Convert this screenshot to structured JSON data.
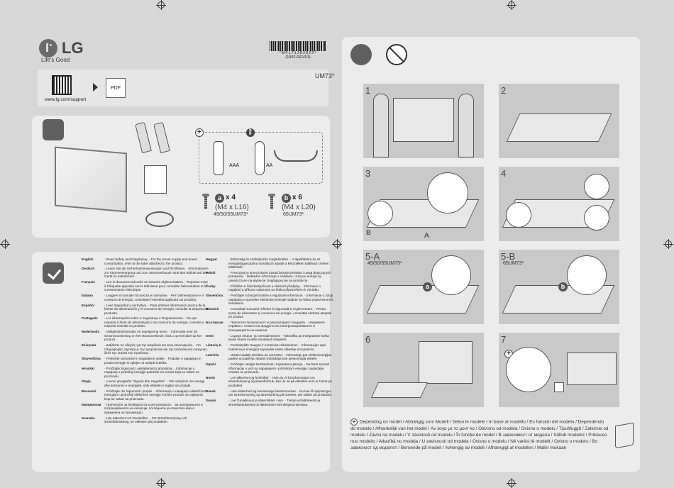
{
  "brand": {
    "name": "LG",
    "tagline": "Life's Good"
  },
  "support": {
    "url": "www.lg.com/support",
    "pdf_label": "PDF"
  },
  "document": {
    "barcode_text": "*MFL71382822*",
    "barcode_rev": "(1902-REV01)",
    "model": "UM73*"
  },
  "contents": {
    "battery_remote1": "AAA",
    "battery_remote2": "AA",
    "screw_a": {
      "badge": "a",
      "count": "x 4",
      "spec": "(M4 x L16)",
      "models": "49/50/55UM73*"
    },
    "screw_b": {
      "badge": "b",
      "count": "x 6",
      "spec": "(M4 x L20)",
      "models": "65UM73*"
    }
  },
  "safety": {
    "left": [
      {
        "lang": "English",
        "text": "· Read Safety and Regulatory. · For the power supply and power consumption, refer to the label attached to the product."
      },
      {
        "lang": "Deutsch",
        "text": "· Lesen Sie die Sicherheitsanweisungen und Richtlinien. · Informationen zur Stromversorgung und zum Stromverbrauch sind dem Etikett auf dem Gerät zu entnehmen."
      },
      {
        "lang": "Français",
        "text": "· Lire le document Sécurité et mesures réglementaires. · Reportez-vous à l'étiquette apposée sur le téléviseur pour connaître l'alimentation et la consommation électrique."
      },
      {
        "lang": "Italiano",
        "text": "· Leggere il manuale Sicurezza e normative. · Per l'alimentazione e il consumo di energia, consultare l'etichetta applicata sul prodotto."
      },
      {
        "lang": "Español",
        "text": "· Leer Seguridad y normativa. · Para obtener información acerca de la fuente de alimentación y el consumo de energía, consulte la etiqueta del producto."
      },
      {
        "lang": "Português",
        "text": "· Ler informações sobre a Segurança e Regulamentos. · No que respeita à fonte de alimentação e ao consumo de energia, consulte a etiqueta inserida no produto."
      },
      {
        "lang": "Nederlands",
        "text": "· Veiligheidsinformatie en regelgeving lezen. · Informatie over de stroomvoorziening en het stroomverbruik vindt u op het label op het product."
      },
      {
        "lang": "Ελληνικά",
        "text": "· Διαβάστε τις οδηγίες για την ασφάλεια και τους κανονισμούς. · Για πληροφορίες σχετικά με την τροφοδοσία και την κατανάλωση ενέργειας, δείτε την ετικέτα του προϊόντος."
      },
      {
        "lang": "Slovenščina",
        "text": "· Preberite varnostne in regulativne vidike. · Podatke o napajanju in porabi energije si oglejte na nalepki izdelka."
      },
      {
        "lang": "Hrvatski",
        "text": "· Pročitajte Sigurnost i usklađenost s propisima. · Informacije o napajanju i potrošnji energije potražite na oznaci koja se nalazi na proizvodu."
      },
      {
        "lang": "Shqip",
        "text": "· Lexoni paragrafin \"Siguria dhe rregullimi\". · Për ushqimin me energji dhe konsumin e energjisë, shih etiketën e ngjitur në produkt."
      },
      {
        "lang": "Bosanski",
        "text": "· Pročitajte dio Sigurnost i propisi. · Informacije o napajanju električnom energijom i potrošnji električne energije možete pronaći na naljepnici koja se nalazi na proizvodu."
      },
      {
        "lang": "Македонски",
        "text": "· Прочитајте за безбедноста и регулативата. · За напојувањето и потрошувачката на енергија, погледнете ја етикетата која е прикачена на производот."
      },
      {
        "lang": "Svenska",
        "text": "· Läs Säkerhet och föreskrifter. · För strömförsörjning och strömförbrukning, se etiketten på produkten."
      }
    ],
    "right": [
      {
        "lang": "Magyar",
        "text": "· Biztonság és szabályozás megtekintése. · A tápellátásra és az energiafogyasztásra vonatkozó adatok a készüléken található címkén találhatók."
      },
      {
        "lang": "Polski",
        "text": "· Przeczytaj w przeczytanie Zasad bezpieczeństwa i uwag dotyczących przepisów. · Dokładne informacje o zasilaniu i zużyciu energii są umieszczone na etykiecie znajdującej się na produkcie."
      },
      {
        "lang": "Česky",
        "text": "· Přečtěte si část Bezpečnost a zákonné předpisy. · Informace o napájení a příkonu naleznete na štítku připevněném k výrobku."
      },
      {
        "lang": "Slovenčina",
        "text": "· Prečítajte si bezpečnostné a regulačné informácie. · Informácie o zdroji napájania a spotrebe elektrickej energie nájdete na štítku pripevnenom k zariadeniu."
      },
      {
        "lang": "Română",
        "text": "· Consultați manualul referitor la siguranță și reglementare. · Pentru sursa de alimentare și consumul de energie, consultați eticheta ataşată pe produs."
      },
      {
        "lang": "Български",
        "text": "· Прочетете Безопасност и регулаторни стандарти. · Направете справка с етикета на продукта за електрозахранването и консумацията на енергия."
      },
      {
        "lang": "Eesti",
        "text": "· Lugege ohutus- ja normatiivteavet. · Toiteallika ja energiatarbe kohta saate teavet tootele kinnitatud märgiselt."
      },
      {
        "lang": "Lietuvių k.",
        "text": "· Perskaitykite Saugos ir norminius reikalavimus. · Informacijos apie maitinimą ir energijos sąnaudas rasite etiketėje ant gaminio."
      },
      {
        "lang": "Latviešu",
        "text": "· Izlasiet sadaļu Drošība un normatīvi. · Informāciju par elektroenerģijas padevi un patēriņu skatiet izstrādājumam pievienotajā etiķetē."
      },
      {
        "lang": "Srpski",
        "text": "· Pročitajte odeljak Bezbednost i regulativna pitanja. · Da biste saznali informacije u vezi sa napajanjem i potrošnjom energije, pogledajte oznaku na proizvodu."
      },
      {
        "lang": "Norsk",
        "text": "· Les sikkerhet og forskrifter. · Hvis du vil ha informasjon om strømforsyning og strømforbruk, kan du se på etiketten som er festet på produktet."
      },
      {
        "lang": "Dansk",
        "text": "· Læs sikkerhed og lovmæssige bestemmelser. · Du kan få oplysninger om strømforsyning og strømforbrug på mærket, der sidder på produktet."
      },
      {
        "lang": "Suomi",
        "text": "· Lue Turvallisuus ja säännökset -osio. · Tietoja virtalähteestä ja virrankulutuksesta on laitteeseen kiinnitetyssä tarrassa."
      }
    ]
  },
  "steps": [
    {
      "num": "1",
      "sub": ""
    },
    {
      "num": "2",
      "sub": ""
    },
    {
      "num": "3",
      "sub": "",
      "labels": [
        "B",
        "A"
      ]
    },
    {
      "num": "4",
      "sub": ""
    },
    {
      "num": "5-A",
      "sub": "49/50/55UM73*",
      "badge": "a"
    },
    {
      "num": "5-B",
      "sub": "65UM73*",
      "badge": "b"
    },
    {
      "num": "6",
      "sub": ""
    },
    {
      "num": "7",
      "sub": ""
    }
  ],
  "footnote": "Depending on model / Abhängig vom Modell / Selon le modèle / In base al modello / En función del modelo / Dependendo do modelo / Afhankelijk van het model / Αν λογα με το μοντ λο / Odvisno od modela / Ovisno o modelu / Tipušfuggő / Zależnie od modelu / Závisí na modelu / V závislosti od modelu / În funcție de model / В зависимост от модела / Sõltub mudelist / Priklauso nuo modelio / Atkarībā no modeļa / U zavisnosti od modela / Ovisno o modelu / Në varësi të modelit / Ovisno o modelu / Во зависност од моделот / Beroende på modell / Avhengig av modell / Afhængigt af modellen / Mallin mukaan"
}
